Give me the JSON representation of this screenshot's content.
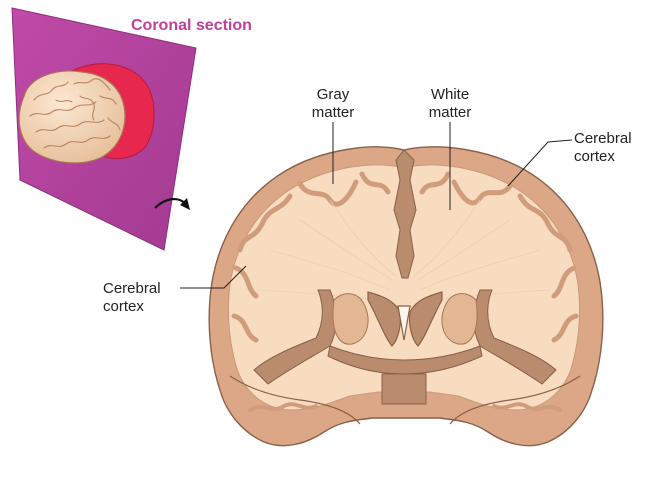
{
  "title": "Coronal section",
  "labels": {
    "gray_matter": [
      "Gray",
      "matter"
    ],
    "white_matter": [
      "White",
      "matter"
    ],
    "cerebral_cortex_right": [
      "Cerebral",
      "cortex"
    ],
    "cerebral_cortex_left": [
      "Cerebral",
      "cortex"
    ]
  },
  "colors": {
    "title": "#c43f9b",
    "plane": "#b5409c",
    "brain_front": "#e8274f",
    "brain_surface": "#f3d6b6",
    "cortex_gray": "#dca786",
    "white_matter": "#f7dcc0",
    "dark_structure": "#b88c6c",
    "ventricle": "#fdf6ec",
    "outline": "#8a6048"
  },
  "icons": {
    "arrow": "curved-arrow-icon"
  }
}
